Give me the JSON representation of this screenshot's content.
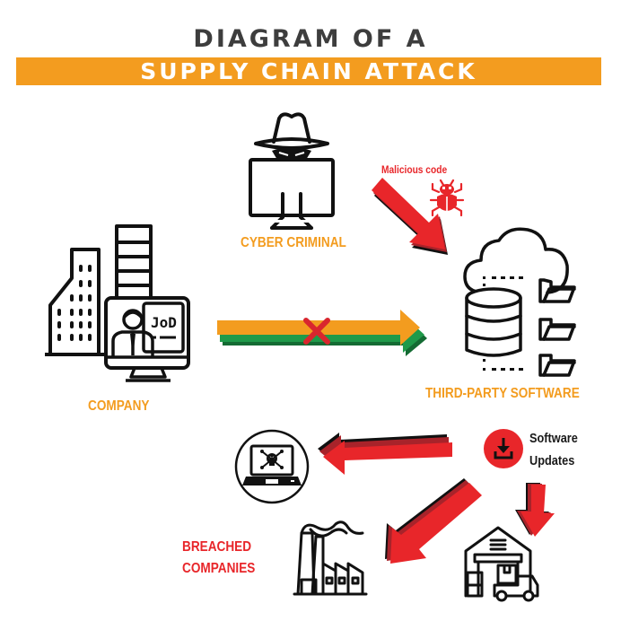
{
  "title": {
    "line1": "DIAGRAM OF A",
    "line2": "SUPPLY CHAIN ATTACK"
  },
  "colors": {
    "accent_orange": "#f39c1f",
    "attack_red": "#e8262a",
    "shadow_dark_red": "#a8232a",
    "green": "#1f9a4a",
    "dark_green": "#146b33",
    "title_gray": "#3d3d3d",
    "icon_black": "#111111"
  },
  "nodes": {
    "cyber_criminal": {
      "label": "CYBER CRIMINAL",
      "icon": "hacker-monitor-icon"
    },
    "company": {
      "label": "COMPANY",
      "icon": "office-buildings-icon"
    },
    "third_party": {
      "label": "THIRD-PARTY SOFTWARE",
      "icon": "cloud-database-icon"
    },
    "malicious_code": {
      "label": "Malicious code",
      "icon": "bug-icon"
    },
    "software_updates": {
      "line1": "Software",
      "line2": "Updates",
      "icon": "download-icon"
    },
    "breached": {
      "line1": "BREACHED",
      "line2": "COMPANIES"
    }
  }
}
